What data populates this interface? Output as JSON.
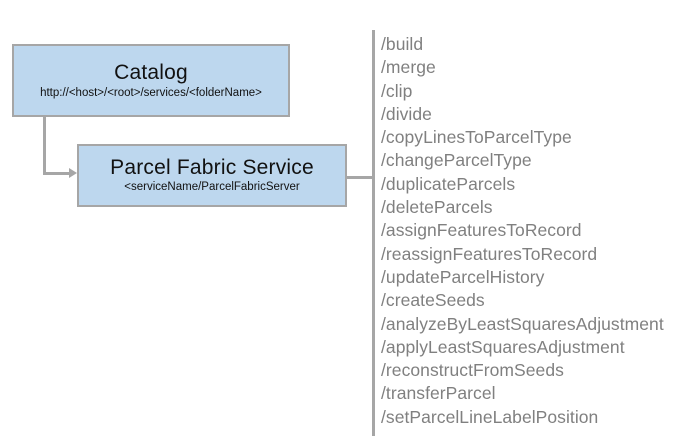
{
  "diagram": {
    "type": "service-endpoint-hierarchy",
    "background_color": "#ffffff",
    "node_fill_color": "#bdd7ee",
    "node_border_color": "#a6a6a6",
    "connector_color": "#a6a6a6",
    "operation_text_color": "#808080",
    "node_text_color": "#111111"
  },
  "nodes": {
    "catalog": {
      "title": "Catalog",
      "subtitle": "http://<host>/<root>/services/<folderName>"
    },
    "parcel_fabric_service": {
      "title": "Parcel Fabric Service",
      "subtitle": "<serviceName/ParcelFabricServer"
    }
  },
  "operations": [
    {
      "label": "/build"
    },
    {
      "label": "/merge"
    },
    {
      "label": "/clip"
    },
    {
      "label": "/divide"
    },
    {
      "label": "/copyLinesToParcelType"
    },
    {
      "label": "/changeParcelType"
    },
    {
      "label": "/duplicateParcels"
    },
    {
      "label": "/deleteParcels"
    },
    {
      "label": "/assignFeaturesToRecord"
    },
    {
      "label": "/reassignFeaturesToRecord"
    },
    {
      "label": "/updateParcelHistory"
    },
    {
      "label": "/createSeeds"
    },
    {
      "label": "/analyzeByLeastSquaresAdjustment"
    },
    {
      "label": "/applyLeastSquaresAdjustment"
    },
    {
      "label": "/reconstructFromSeeds"
    },
    {
      "label": "/transferParcel"
    },
    {
      "label": "/setParcelLineLabelPosition"
    }
  ]
}
